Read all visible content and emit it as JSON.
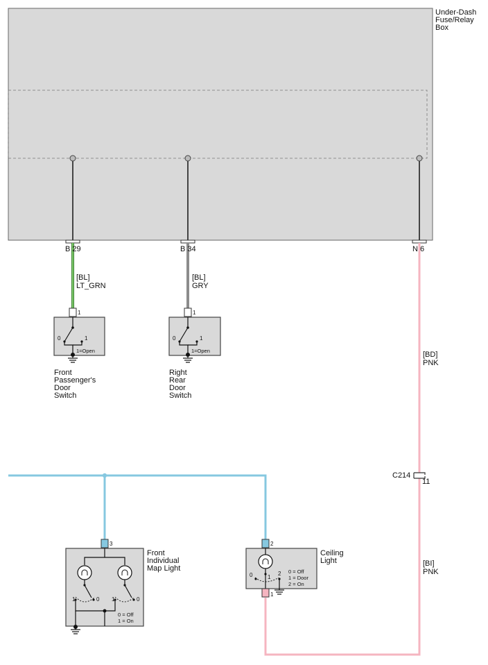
{
  "fuse_box": {
    "name_lines": [
      "Under-Dash",
      "Fuse/Relay",
      "Box"
    ]
  },
  "connectors": {
    "b29": "B 29",
    "b34": "B 34",
    "n6": "N 6"
  },
  "wires": {
    "w1": {
      "harness": "[BL]",
      "color_name": "LT_GRN",
      "color": "#7cc86a"
    },
    "w2": {
      "harness": "[BL]",
      "color_name": "GRY",
      "color": "#8c8c8c"
    },
    "w3": {
      "harness": "[BD]",
      "color_name": "PNK",
      "color": "#f5b5c0"
    },
    "w4": {
      "harness": "[BI]",
      "color_name": "PNK",
      "color": "#f5b5c0"
    },
    "light_blue": "#86c8e0"
  },
  "splice": {
    "name": "C214",
    "pin": "11"
  },
  "front_pass_switch": {
    "pin": "1",
    "pos0": "0",
    "pos1": "1",
    "legend": "1=Open",
    "name_lines": [
      "Front",
      "Passenger's",
      "Door",
      "Switch"
    ]
  },
  "right_rear_switch": {
    "pin": "1",
    "pos0": "0",
    "pos1": "1",
    "legend": "1=Open",
    "name_lines": [
      "Right",
      "Rear",
      "Door",
      "Switch"
    ]
  },
  "map_light": {
    "pin": "3",
    "pos_a1": "1",
    "pos_a0": "0",
    "pos_b1": "1",
    "pos_b0": "0",
    "legend": [
      "0 = Off",
      "1 = On"
    ],
    "name_lines": [
      "Front",
      "Individual",
      "Map Light"
    ]
  },
  "ceiling_light": {
    "pin_top": "2",
    "pin_bottom": "1",
    "pos0": "0",
    "pos1": "1",
    "pos2": "2",
    "legend": [
      "0 = Off",
      "1 = Door",
      "2 = On"
    ],
    "name_lines": [
      "Ceiling",
      "Light"
    ]
  }
}
